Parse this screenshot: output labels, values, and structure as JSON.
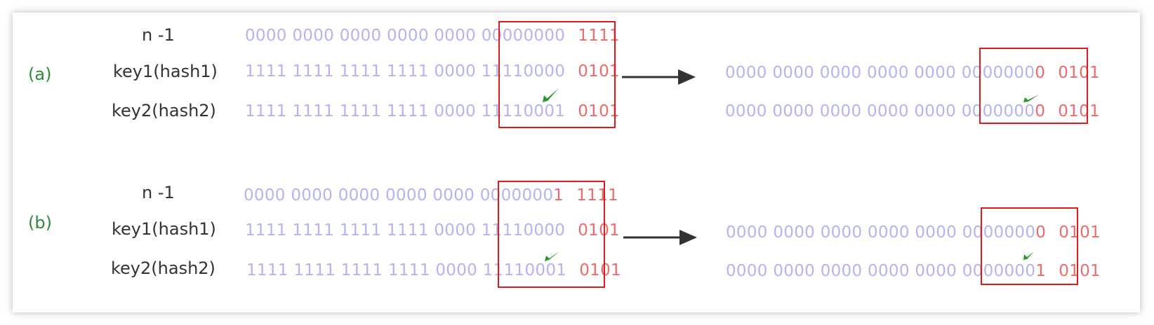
{
  "colors": {
    "bits": "#b4b4ee",
    "highlight": "#ee6b6b",
    "section_label": "#2e8b3a",
    "box": "#e01b1b",
    "arrow": "#333333",
    "check": "#2a9a2a"
  },
  "a": {
    "label": "(a)",
    "row_labels": [
      "n -1",
      "key1(hash1)",
      "key2(hash2)"
    ],
    "left": [
      {
        "prefix": "0000 0000 0000 0000 0000 0000",
        "mid": "0000",
        "midRed": "",
        "low": "1111"
      },
      {
        "prefix": "1111 1111 1111 1111 0000 1111",
        "mid": "0000",
        "midRed": "",
        "low": "0101"
      },
      {
        "prefix": "1111 1111 1111 1111 0000 1111",
        "mid": "0001",
        "midRed": "",
        "low": "0101"
      }
    ],
    "right": [
      {
        "prefix": "0000 0000 0000 0000 0000 0000",
        "mid": "000",
        "midRed": "0",
        "low": "0101"
      },
      {
        "prefix": "0000 0000 0000 0000 0000 0000",
        "mid": "000",
        "midRed": "0",
        "low": "0101"
      }
    ]
  },
  "b": {
    "label": "(b)",
    "row_labels": [
      "n -1",
      "key1(hash1)",
      "key2(hash2)"
    ],
    "left": [
      {
        "prefix": "0000 0000 0000 0000 0000 0000",
        "mid": "000",
        "midRed": "1",
        "low": "1111"
      },
      {
        "prefix": "1111 1111 1111 1111 0000 1111",
        "mid": "0000",
        "midRed": "",
        "low": "0101"
      },
      {
        "prefix": "1111 1111 1111 1111 0000 1111",
        "mid": "0001",
        "midRed": "",
        "low": "0101"
      }
    ],
    "right": [
      {
        "prefix": "0000 0000 0000 0000 0000 0000",
        "mid": "000",
        "midRed": "0",
        "low": "0101"
      },
      {
        "prefix": "0000 0000 0000 0000 0000 0000",
        "mid": "000",
        "midRed": "1",
        "low": "0101"
      }
    ]
  }
}
